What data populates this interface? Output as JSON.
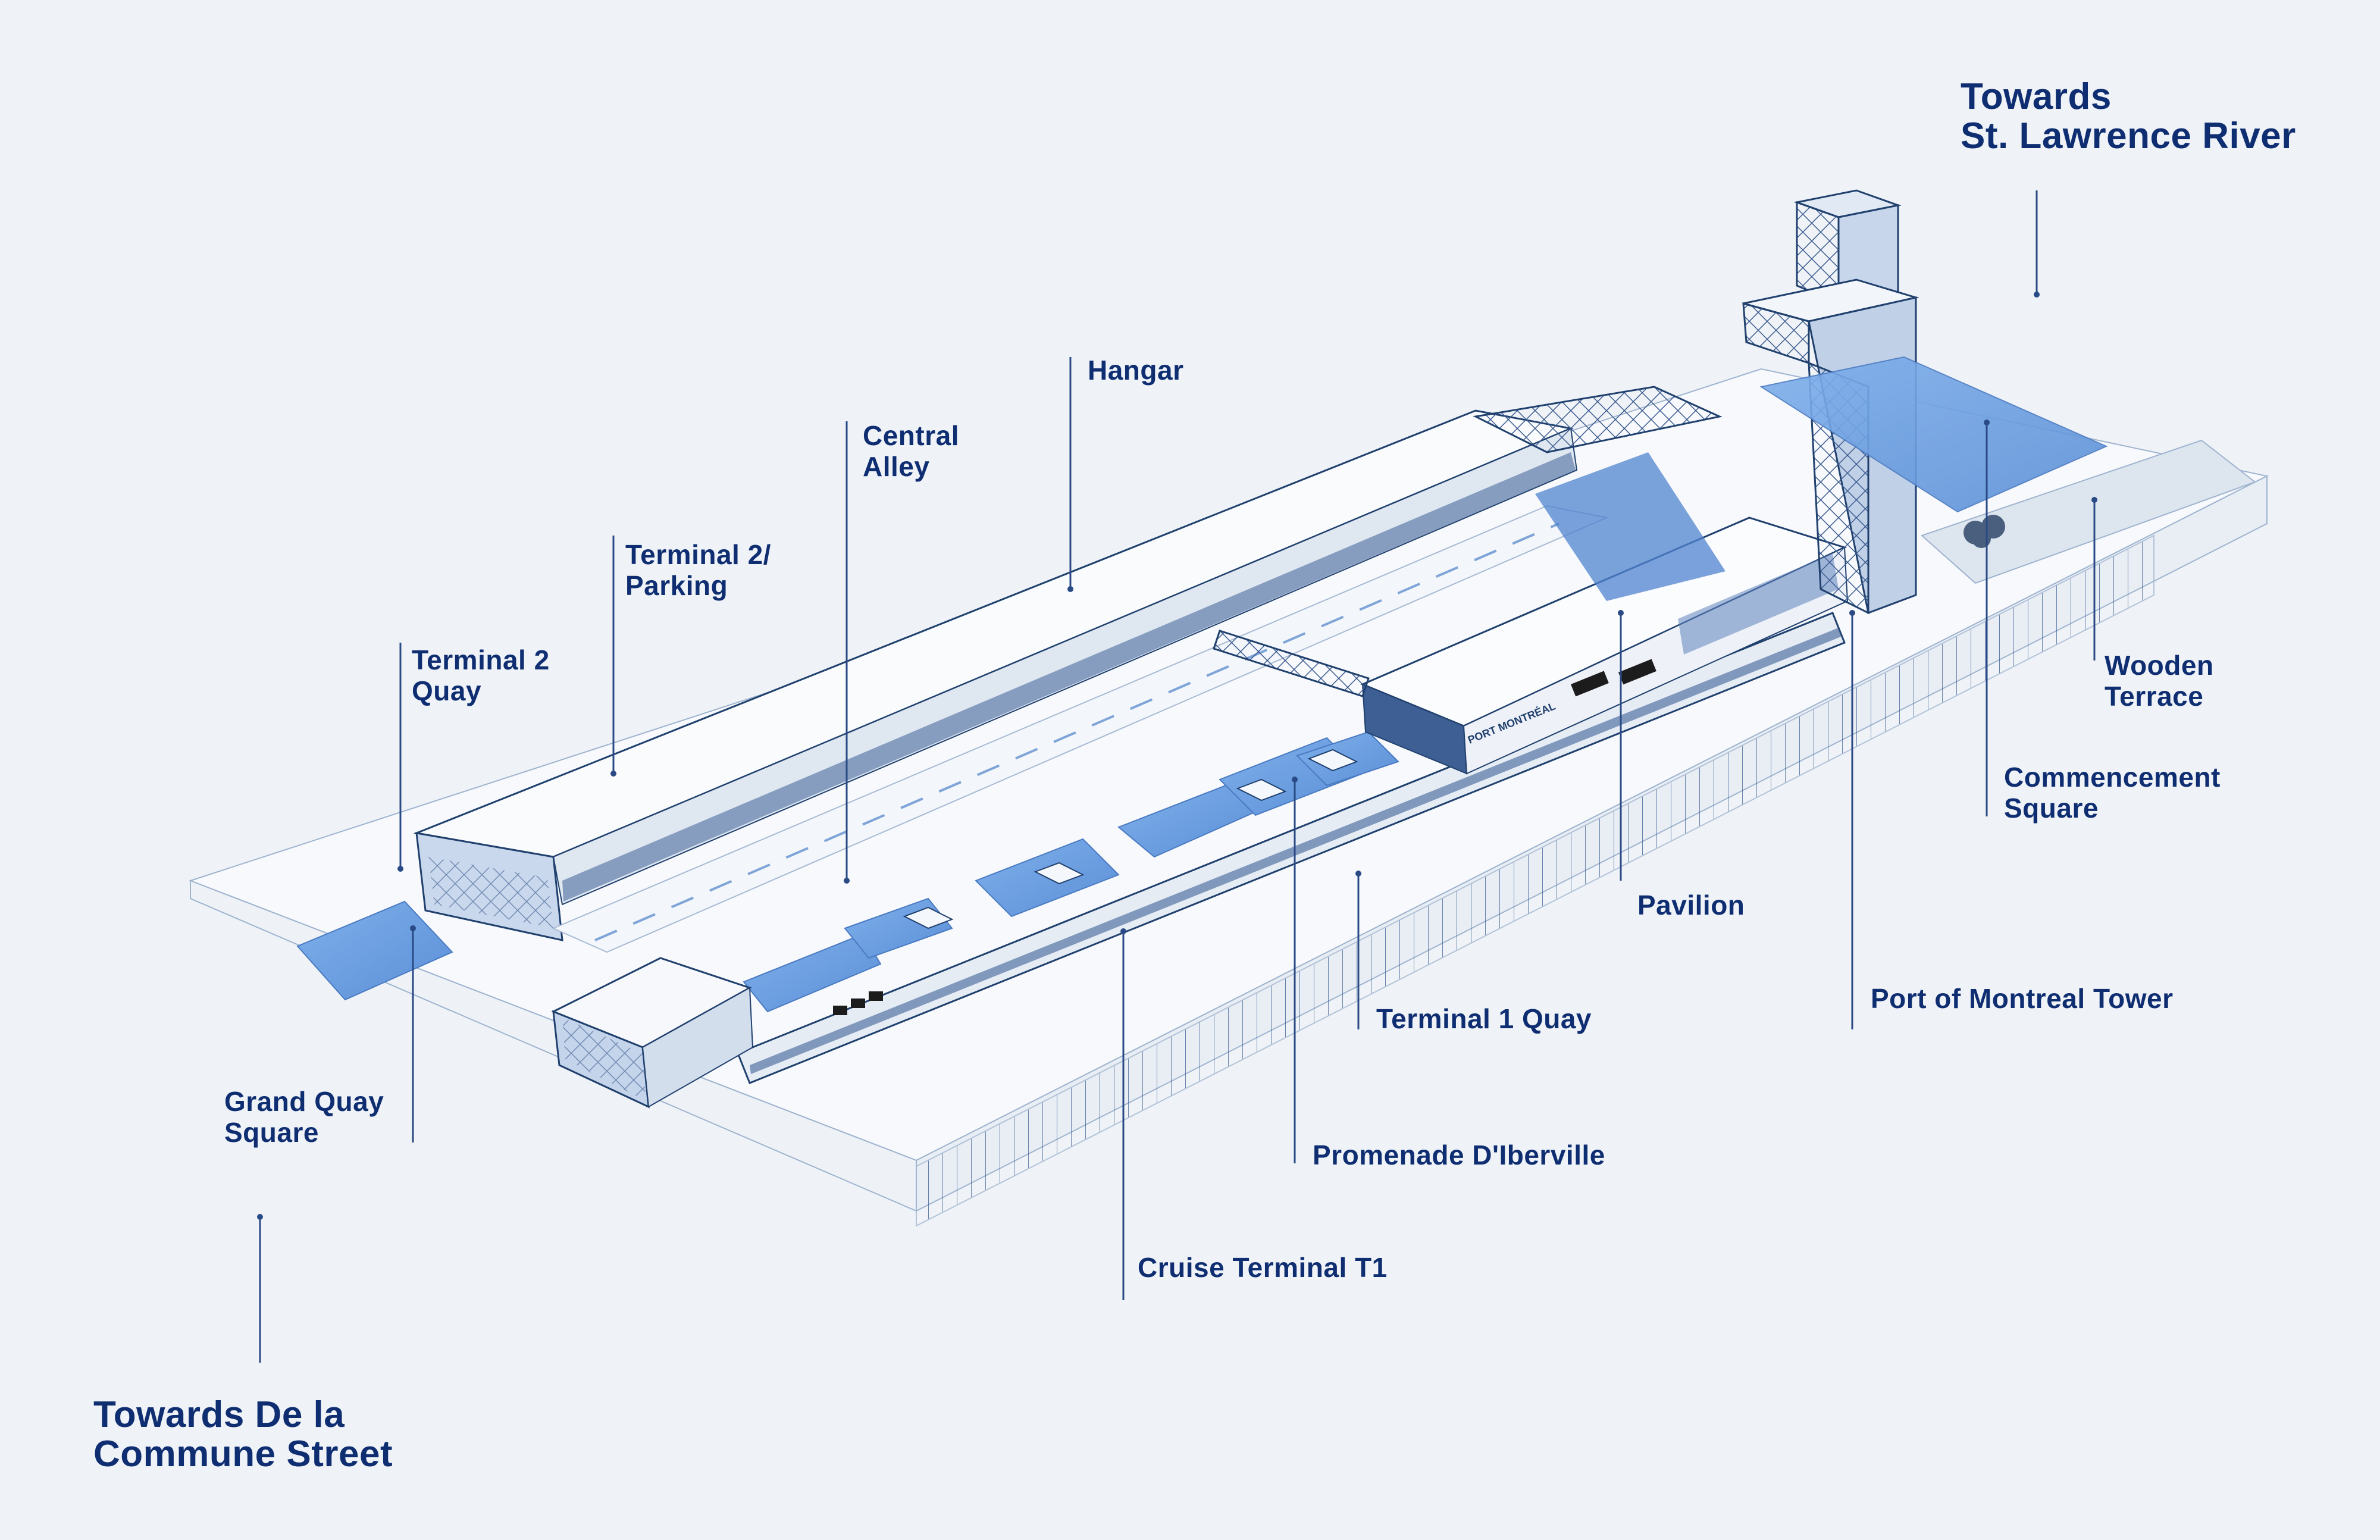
{
  "colors": {
    "background": "#eff3f7",
    "label": "#0f2e72",
    "accent_blue": "#6b9ee0",
    "structure_line": "#20406e",
    "leader_line": "#2a4a86"
  },
  "labels": {
    "river": {
      "line1": "Towards",
      "line2": "St. Lawrence River"
    },
    "street": {
      "line1": "Towards De la",
      "line2": "Commune Street"
    },
    "hangar": "Hangar",
    "central_alley": {
      "line1": "Central",
      "line2": "Alley"
    },
    "terminal2_parking": {
      "line1": "Terminal 2/",
      "line2": "Parking"
    },
    "terminal2_quay": {
      "line1": "Terminal 2",
      "line2": "Quay"
    },
    "wooden_terrace": {
      "line1": "Wooden",
      "line2": "Terrace"
    },
    "commencement_square": {
      "line1": "Commencement",
      "line2": "Square"
    },
    "pavilion": "Pavilion",
    "terminal1_quay": "Terminal 1 Quay",
    "port_tower": "Port of Montreal Tower",
    "grand_quay_square": {
      "line1": "Grand Quay",
      "line2": "Square"
    },
    "promenade": "Promenade D'Iberville",
    "cruise_terminal": "Cruise Terminal T1"
  },
  "sign_text": "PORT MONTRÉAL"
}
